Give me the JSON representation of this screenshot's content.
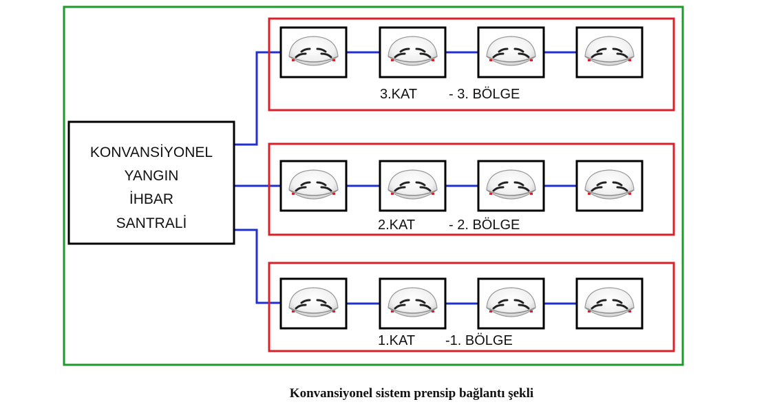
{
  "panel": {
    "lines": [
      "KONVANSİYONEL",
      "YANGIN",
      "İHBAR",
      "SANTRALİ"
    ]
  },
  "zones": [
    {
      "label_floor": "3.KAT",
      "label_zone": "- 3. BÖLGE",
      "detectors": [
        "smoke-detector",
        "smoke-detector",
        "smoke-detector",
        "smoke-detector"
      ]
    },
    {
      "label_floor": "2.KAT",
      "label_zone": "- 2. BÖLGE",
      "detectors": [
        "smoke-detector",
        "smoke-detector",
        "smoke-detector",
        "smoke-detector"
      ]
    },
    {
      "label_floor": "1.KAT",
      "label_zone": "-1. BÖLGE",
      "detectors": [
        "smoke-detector",
        "smoke-detector",
        "smoke-detector",
        "smoke-detector"
      ]
    }
  ],
  "caption": "Konvansiyonel sistem prensip bağlantı şekli",
  "colors": {
    "outer_frame": "#1e9a2a",
    "zone_frame": "#d9202a",
    "wire": "#1f2fd0",
    "box": "#000000"
  }
}
